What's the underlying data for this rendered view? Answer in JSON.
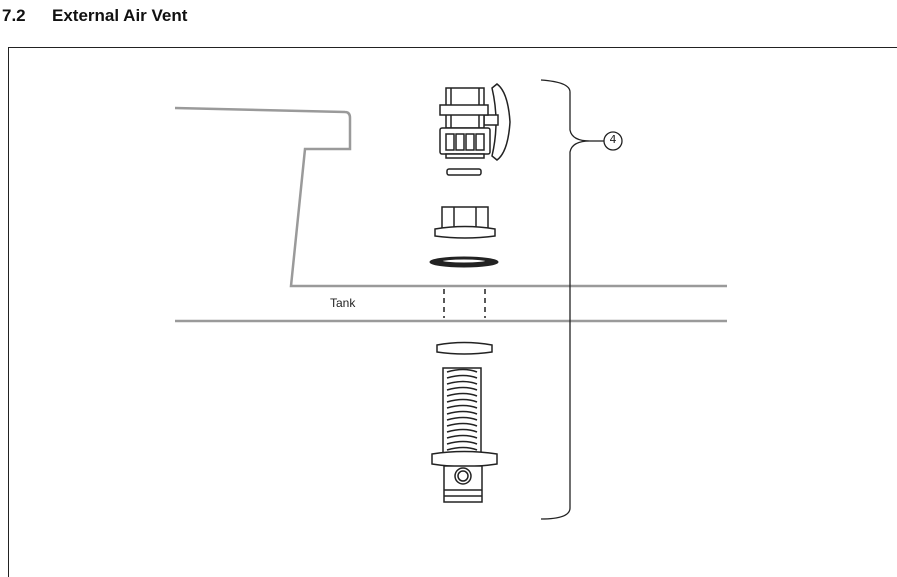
{
  "section": {
    "number": "7.2",
    "title": "External Air Vent"
  },
  "labels": {
    "tank": "Tank",
    "callout": "4"
  },
  "parts": [
    "ball-valve",
    "sealing-washer",
    "hex-nut",
    "flat-gasket",
    "lower-washer",
    "threaded-fitting"
  ],
  "colors": {
    "outline": "#222222",
    "tank_wall": "#9a9a9a",
    "heading": "#111111"
  }
}
